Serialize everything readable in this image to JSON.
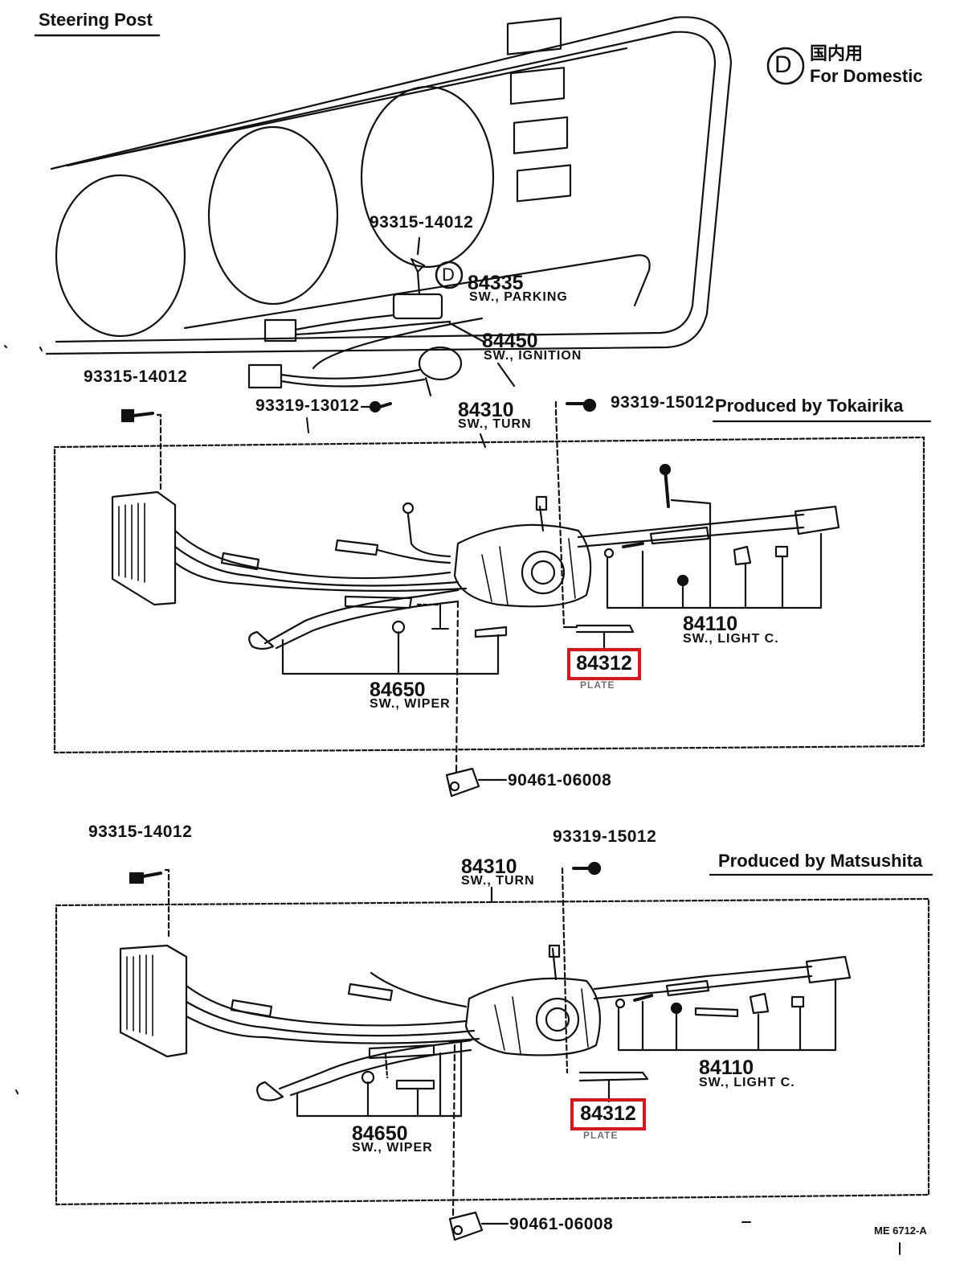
{
  "header": {
    "title": "Steering Post",
    "domestic_mark": "D",
    "domestic_jp": "国内用",
    "domestic_en": "For Domestic"
  },
  "top": {
    "producer": "Produced by Tokairika",
    "d_mark": "D",
    "parts": {
      "screw_panel": "93315-14012",
      "parking_num": "84335",
      "parking_name": "SW., PARKING",
      "ignition_num": "84450",
      "ignition_name": "SW., IGNITION",
      "screw_left": "93315-14012",
      "screw_mid": "93319-13012",
      "turn_num": "84310",
      "turn_name": "SW., TURN",
      "screw_right": "93319-15012",
      "light_num": "84110",
      "light_name": "SW., LIGHT C.",
      "plate_num": "84312",
      "plate_name": "PLATE",
      "wiper_num": "84650",
      "wiper_name": "SW., WIPER",
      "clamp": "90461-06008"
    }
  },
  "bottom": {
    "producer": "Produced by Matsushita",
    "parts": {
      "screw_left": "93315-14012",
      "screw_right": "93319-15012",
      "turn_num": "84310",
      "turn_name": "SW., TURN",
      "light_num": "84110",
      "light_name": "SW., LIGHT C.",
      "plate_num": "84312",
      "plate_name": "PLATE",
      "wiper_num": "84650",
      "wiper_name": "SW., WIPER",
      "clamp": "90461-06008"
    }
  },
  "footer": {
    "code": "ME 6712-A"
  },
  "colors": {
    "ink": "#111111",
    "highlight": "#e0131a"
  }
}
